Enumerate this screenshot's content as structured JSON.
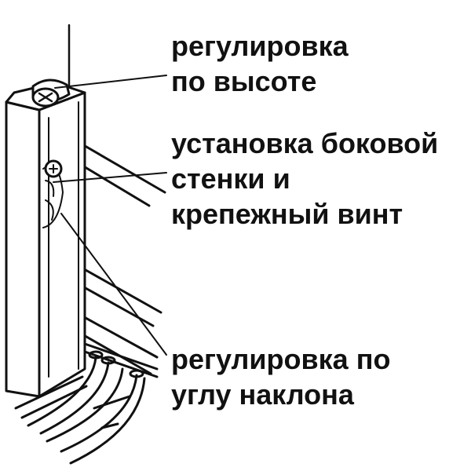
{
  "labels": {
    "height_adjust": [
      "регулировка",
      "по высоте"
    ],
    "side_wall_install": [
      "установка боковой",
      "стенки и",
      "крепежный винт"
    ],
    "tilt_adjust": [
      "регулировка по",
      "углу наклона"
    ]
  },
  "colors": {
    "line": "#111111",
    "background": "#ffffff"
  },
  "icons": [
    "adjustment-screw-icon",
    "mounting-screw-icon"
  ]
}
